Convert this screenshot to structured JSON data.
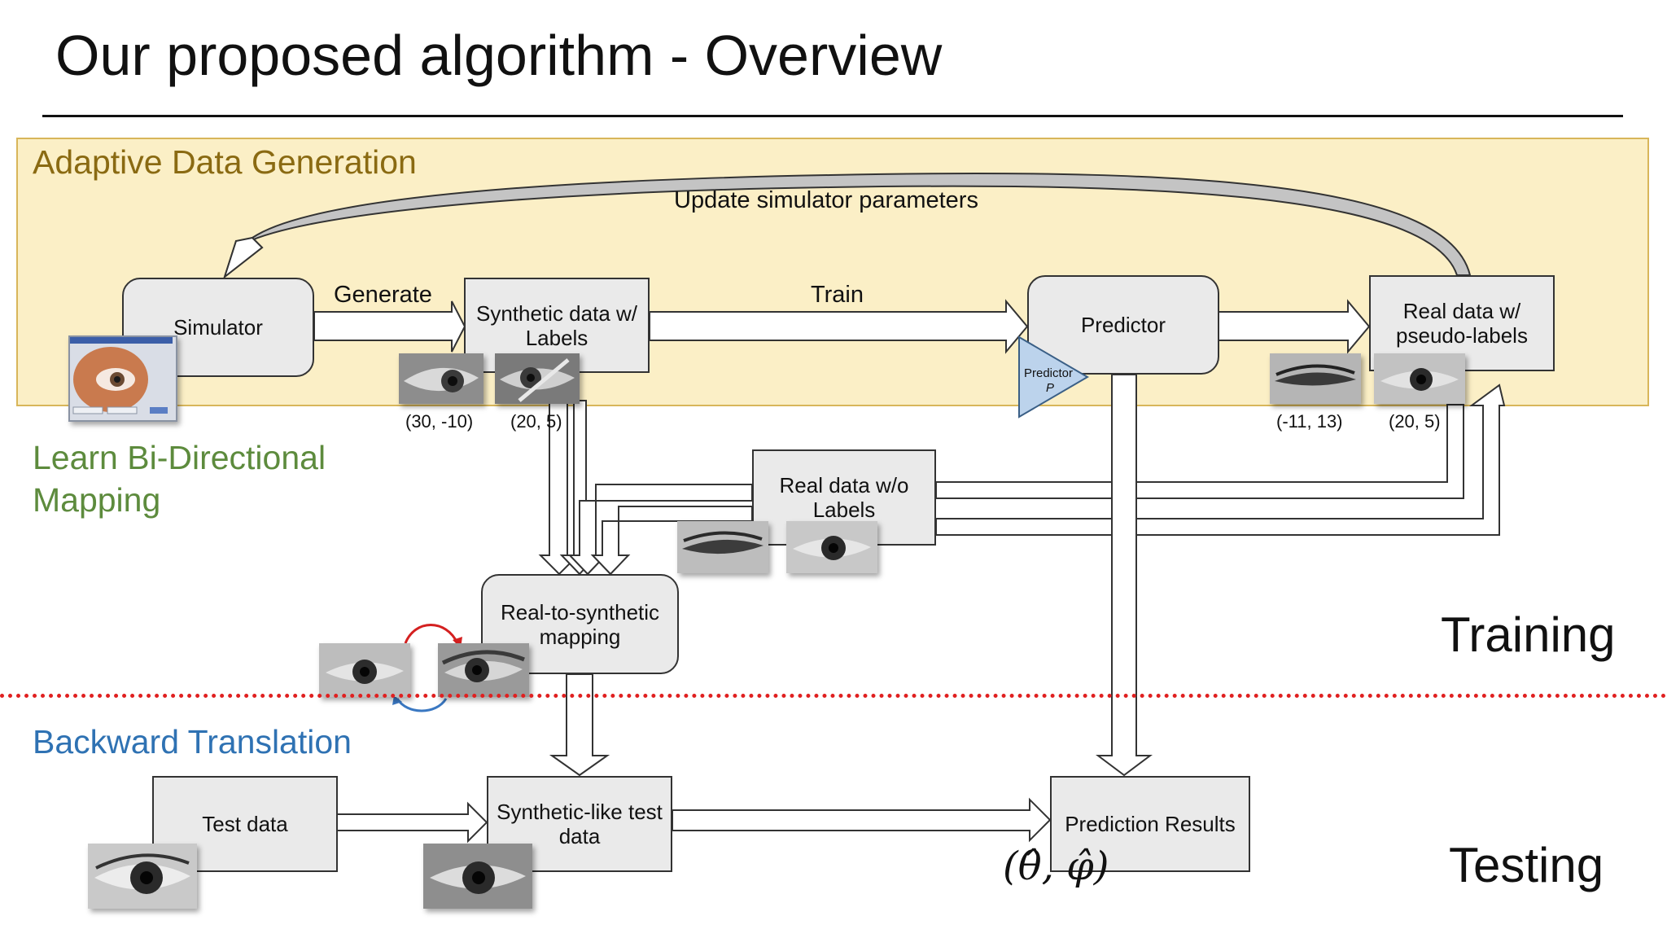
{
  "title": "Our proposed algorithm - Overview",
  "sections": {
    "adaptive_data_generation": "Adaptive Data Generation",
    "learn_bidirectional": "Learn Bi-Directional Mapping",
    "backward_translation": "Backward Translation",
    "training": "Training",
    "testing": "Testing"
  },
  "edge_labels": {
    "update_params": "Update simulator parameters",
    "generate": "Generate",
    "train": "Train"
  },
  "boxes": {
    "simulator": "Simulator",
    "synthetic_data": "Synthetic data w/ Labels",
    "predictor": "Predictor",
    "real_pseudo": "Real data w/ pseudo-labels",
    "real_no_labels": "Real data w/o Labels",
    "r2s_mapping": "Real-to-synthetic mapping",
    "test_data": "Test data",
    "synthetic_like": "Synthetic-like test data",
    "prediction_results": "Prediction Results"
  },
  "predictor_triangle": {
    "line1": "Predictor",
    "line2": "P"
  },
  "coords": {
    "syn1": "(30, -10)",
    "syn2": "(20, 5)",
    "real1": "(-11, 13)",
    "real2": "(20, 5)"
  },
  "formula": "(θ̂, φ̂)",
  "colors": {
    "band_fill": "#fbefc6",
    "band_border": "#d8b65a",
    "adg_text": "#8a6a12",
    "lbdm_text": "#5d8b3d",
    "bt_text": "#2f72b3",
    "divider": "#e02020",
    "cycle_red": "#d42020",
    "cycle_blue": "#3a78c2",
    "triangle": "#bcd3ec"
  },
  "icons": [
    "eye-image",
    "simulator-window-icon",
    "predictor-triangle-icon"
  ]
}
